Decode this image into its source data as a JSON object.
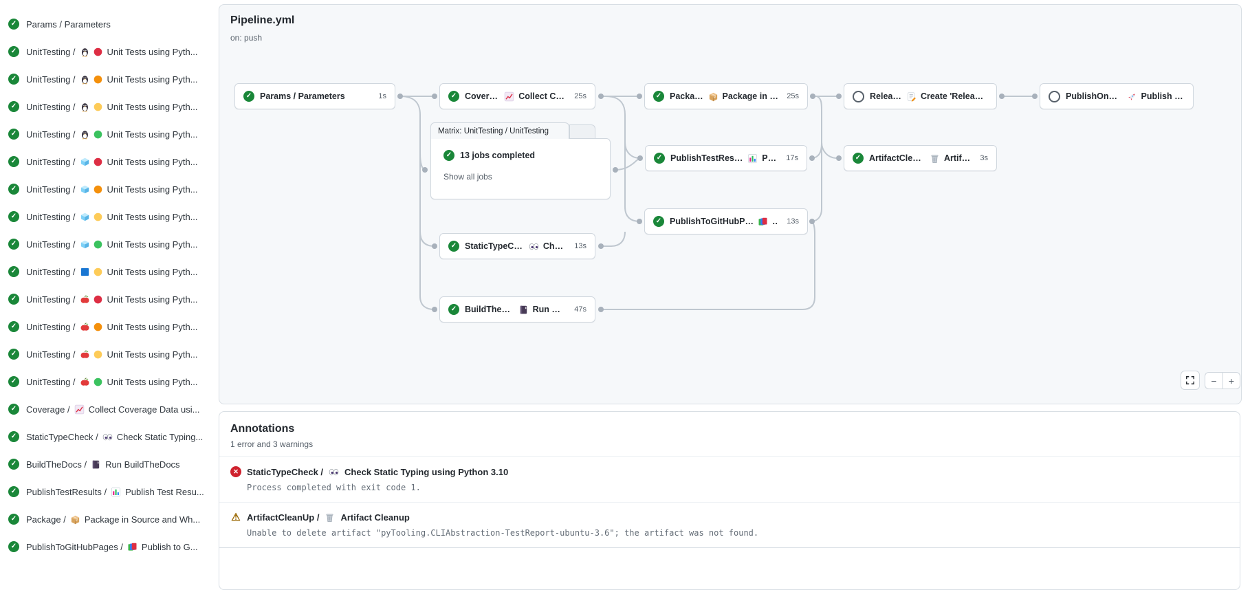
{
  "colors": {
    "success_green": "#1a8739",
    "error_red": "#cf222e",
    "warning_yellow": "#9a6700",
    "edge_gray": "#bfc7cf",
    "dot_gray": "#a8b1bb",
    "canvas_bg": "#f6f8fa"
  },
  "sidebar": {
    "items": [
      {
        "status": "success",
        "prefix": "Params / Parameters",
        "icons": [],
        "text": ""
      },
      {
        "status": "success",
        "prefix": "UnitTesting /",
        "icons": [
          "linux-icon",
          "python-red-icon"
        ],
        "text": "Unit Tests using Pyth..."
      },
      {
        "status": "success",
        "prefix": "UnitTesting /",
        "icons": [
          "linux-icon",
          "python-orange-icon"
        ],
        "text": "Unit Tests using Pyth..."
      },
      {
        "status": "success",
        "prefix": "UnitTesting /",
        "icons": [
          "linux-icon",
          "python-yellow-icon"
        ],
        "text": "Unit Tests using Pyth..."
      },
      {
        "status": "success",
        "prefix": "UnitTesting /",
        "icons": [
          "linux-icon",
          "python-green-icon"
        ],
        "text": "Unit Tests using Pyth..."
      },
      {
        "status": "success",
        "prefix": "UnitTesting /",
        "icons": [
          "windows-icon",
          "python-red-icon"
        ],
        "text": "Unit Tests using Pyth..."
      },
      {
        "status": "success",
        "prefix": "UnitTesting /",
        "icons": [
          "windows-icon",
          "python-orange-icon"
        ],
        "text": "Unit Tests using Pyth..."
      },
      {
        "status": "success",
        "prefix": "UnitTesting /",
        "icons": [
          "windows-icon",
          "python-yellow-icon"
        ],
        "text": "Unit Tests using Pyth..."
      },
      {
        "status": "success",
        "prefix": "UnitTesting /",
        "icons": [
          "windows-icon",
          "python-green-icon"
        ],
        "text": "Unit Tests using Pyth..."
      },
      {
        "status": "success",
        "prefix": "UnitTesting /",
        "icons": [
          "msys2-icon",
          "python-yellow-icon"
        ],
        "text": "Unit Tests using Pyth..."
      },
      {
        "status": "success",
        "prefix": "UnitTesting /",
        "icons": [
          "macos-icon",
          "python-red-icon"
        ],
        "text": "Unit Tests using Pyth..."
      },
      {
        "status": "success",
        "prefix": "UnitTesting /",
        "icons": [
          "macos-icon",
          "python-orange-icon"
        ],
        "text": "Unit Tests using Pyth..."
      },
      {
        "status": "success",
        "prefix": "UnitTesting /",
        "icons": [
          "macos-icon",
          "python-yellow-icon"
        ],
        "text": "Unit Tests using Pyth..."
      },
      {
        "status": "success",
        "prefix": "UnitTesting /",
        "icons": [
          "macos-icon",
          "python-green-icon"
        ],
        "text": "Unit Tests using Pyth..."
      },
      {
        "status": "success",
        "prefix": "Coverage /",
        "icons": [
          "chart-increasing-icon"
        ],
        "text": "Collect Coverage Data usi..."
      },
      {
        "status": "success",
        "prefix": "StaticTypeCheck /",
        "icons": [
          "eyes-icon"
        ],
        "text": "Check Static Typing..."
      },
      {
        "status": "success",
        "prefix": "BuildTheDocs /",
        "icons": [
          "notebook-icon"
        ],
        "text": "Run BuildTheDocs"
      },
      {
        "status": "success",
        "prefix": "PublishTestResults /",
        "icons": [
          "bar-chart-icon"
        ],
        "text": "Publish Test Resu..."
      },
      {
        "status": "success",
        "prefix": "Package /",
        "icons": [
          "package-icon"
        ],
        "text": "Package in Source and Wh..."
      },
      {
        "status": "success",
        "prefix": "PublishToGitHubPages /",
        "icons": [
          "books-icon"
        ],
        "text": "Publish to G..."
      }
    ]
  },
  "graph": {
    "title": "Pipeline.yml",
    "trigger": "on: push",
    "nodes": {
      "params": {
        "status": "success",
        "prefix": "Params / Parameters",
        "icon": "",
        "text": "",
        "duration": "1s"
      },
      "coverage": {
        "status": "success",
        "prefix": "Coverage /",
        "icon": "chart-increasing-icon",
        "text": "Collect Cove...",
        "duration": "25s"
      },
      "package": {
        "status": "success",
        "prefix": "Package /",
        "icon": "package-icon",
        "text": "Package in So...",
        "duration": "25s"
      },
      "release": {
        "status": "skipped",
        "prefix": "Release /",
        "icon": "memo-icon",
        "text": "Create 'Release P...",
        "duration": ""
      },
      "pypi": {
        "status": "skipped",
        "prefix": "PublishOnPyPI /",
        "icon": "rocket-icon",
        "text": "Publish to ...",
        "duration": ""
      },
      "ptr": {
        "status": "success",
        "prefix": "PublishTestResults /",
        "icon": "bar-chart-icon",
        "text": "Pu...",
        "duration": "17s"
      },
      "acu": {
        "status": "success",
        "prefix": "ArtifactCleanUp /",
        "icon": "trash-icon",
        "text": "Artifac...",
        "duration": "3s"
      },
      "ptghp": {
        "status": "success",
        "prefix": "PublishToGitHubPages /",
        "icon": "books-icon",
        "text": "...",
        "duration": "13s"
      },
      "stc": {
        "status": "success",
        "prefix": "StaticTypeCheck /",
        "icon": "eyes-icon",
        "text": "Chec...",
        "duration": "13s"
      },
      "btd": {
        "status": "success",
        "prefix": "BuildTheDocs /",
        "icon": "notebook-icon",
        "text": "Run Buil...",
        "duration": "47s"
      }
    },
    "matrix": {
      "tab": "Matrix: UnitTesting / UnitTesting",
      "status_text": "13 jobs completed",
      "link": "Show all jobs"
    },
    "controls": {
      "zoom_out": "−",
      "zoom_in": "+"
    }
  },
  "annotations": {
    "title": "Annotations",
    "summary": "1 error and 3 warnings",
    "items": [
      {
        "level": "error",
        "job": "StaticTypeCheck /",
        "icon": "eyes-icon",
        "step": "Check Static Typing using Python 3.10",
        "message": "Process completed with exit code 1."
      },
      {
        "level": "warning",
        "job": "ArtifactCleanUp /",
        "icon": "trash-icon",
        "step": "Artifact Cleanup",
        "message": "Unable to delete artifact \"pyTooling.CLIAbstraction-TestReport-ubuntu-3.6\"; the artifact was not found."
      }
    ]
  }
}
